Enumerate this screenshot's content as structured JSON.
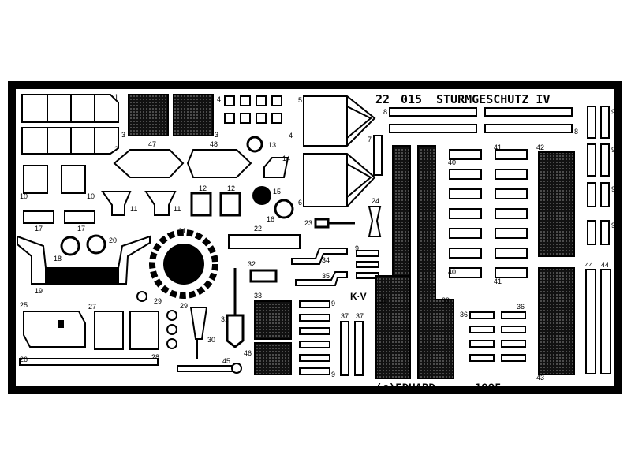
{
  "header": {
    "code_a": "22",
    "code_b": "015",
    "kit_name": "STURMGESCHUTZ IV"
  },
  "footer": {
    "copyright": "(c)EDUARD",
    "year": "1995"
  },
  "marking": "K·V",
  "part_numbers": {
    "p1": "1",
    "p2": "2",
    "p3": "3",
    "p4": "4",
    "p5": "5",
    "p6": "6",
    "p7": "7",
    "p8": "8",
    "p9": "9",
    "p10": "10",
    "p11": "11",
    "p12": "12",
    "p13": "13",
    "p14": "14",
    "p15": "15",
    "p16": "16",
    "p17": "17",
    "p18": "18",
    "p19": "19",
    "p20": "20",
    "p21": "21",
    "p22": "22",
    "p23": "23",
    "p24": "24",
    "p25": "25",
    "p26": "26",
    "p27": "27",
    "p28": "28",
    "p29": "29",
    "p30": "30",
    "p31": "31",
    "p32": "32",
    "p33": "33",
    "p34": "34",
    "p35": "35",
    "p36": "36",
    "p37": "37",
    "p38": "38",
    "p39": "39",
    "p40": "40",
    "p41": "41",
    "p42": "42",
    "p43": "43",
    "p44": "44",
    "p45": "45",
    "p46": "46",
    "p47": "47",
    "p48": "48"
  }
}
